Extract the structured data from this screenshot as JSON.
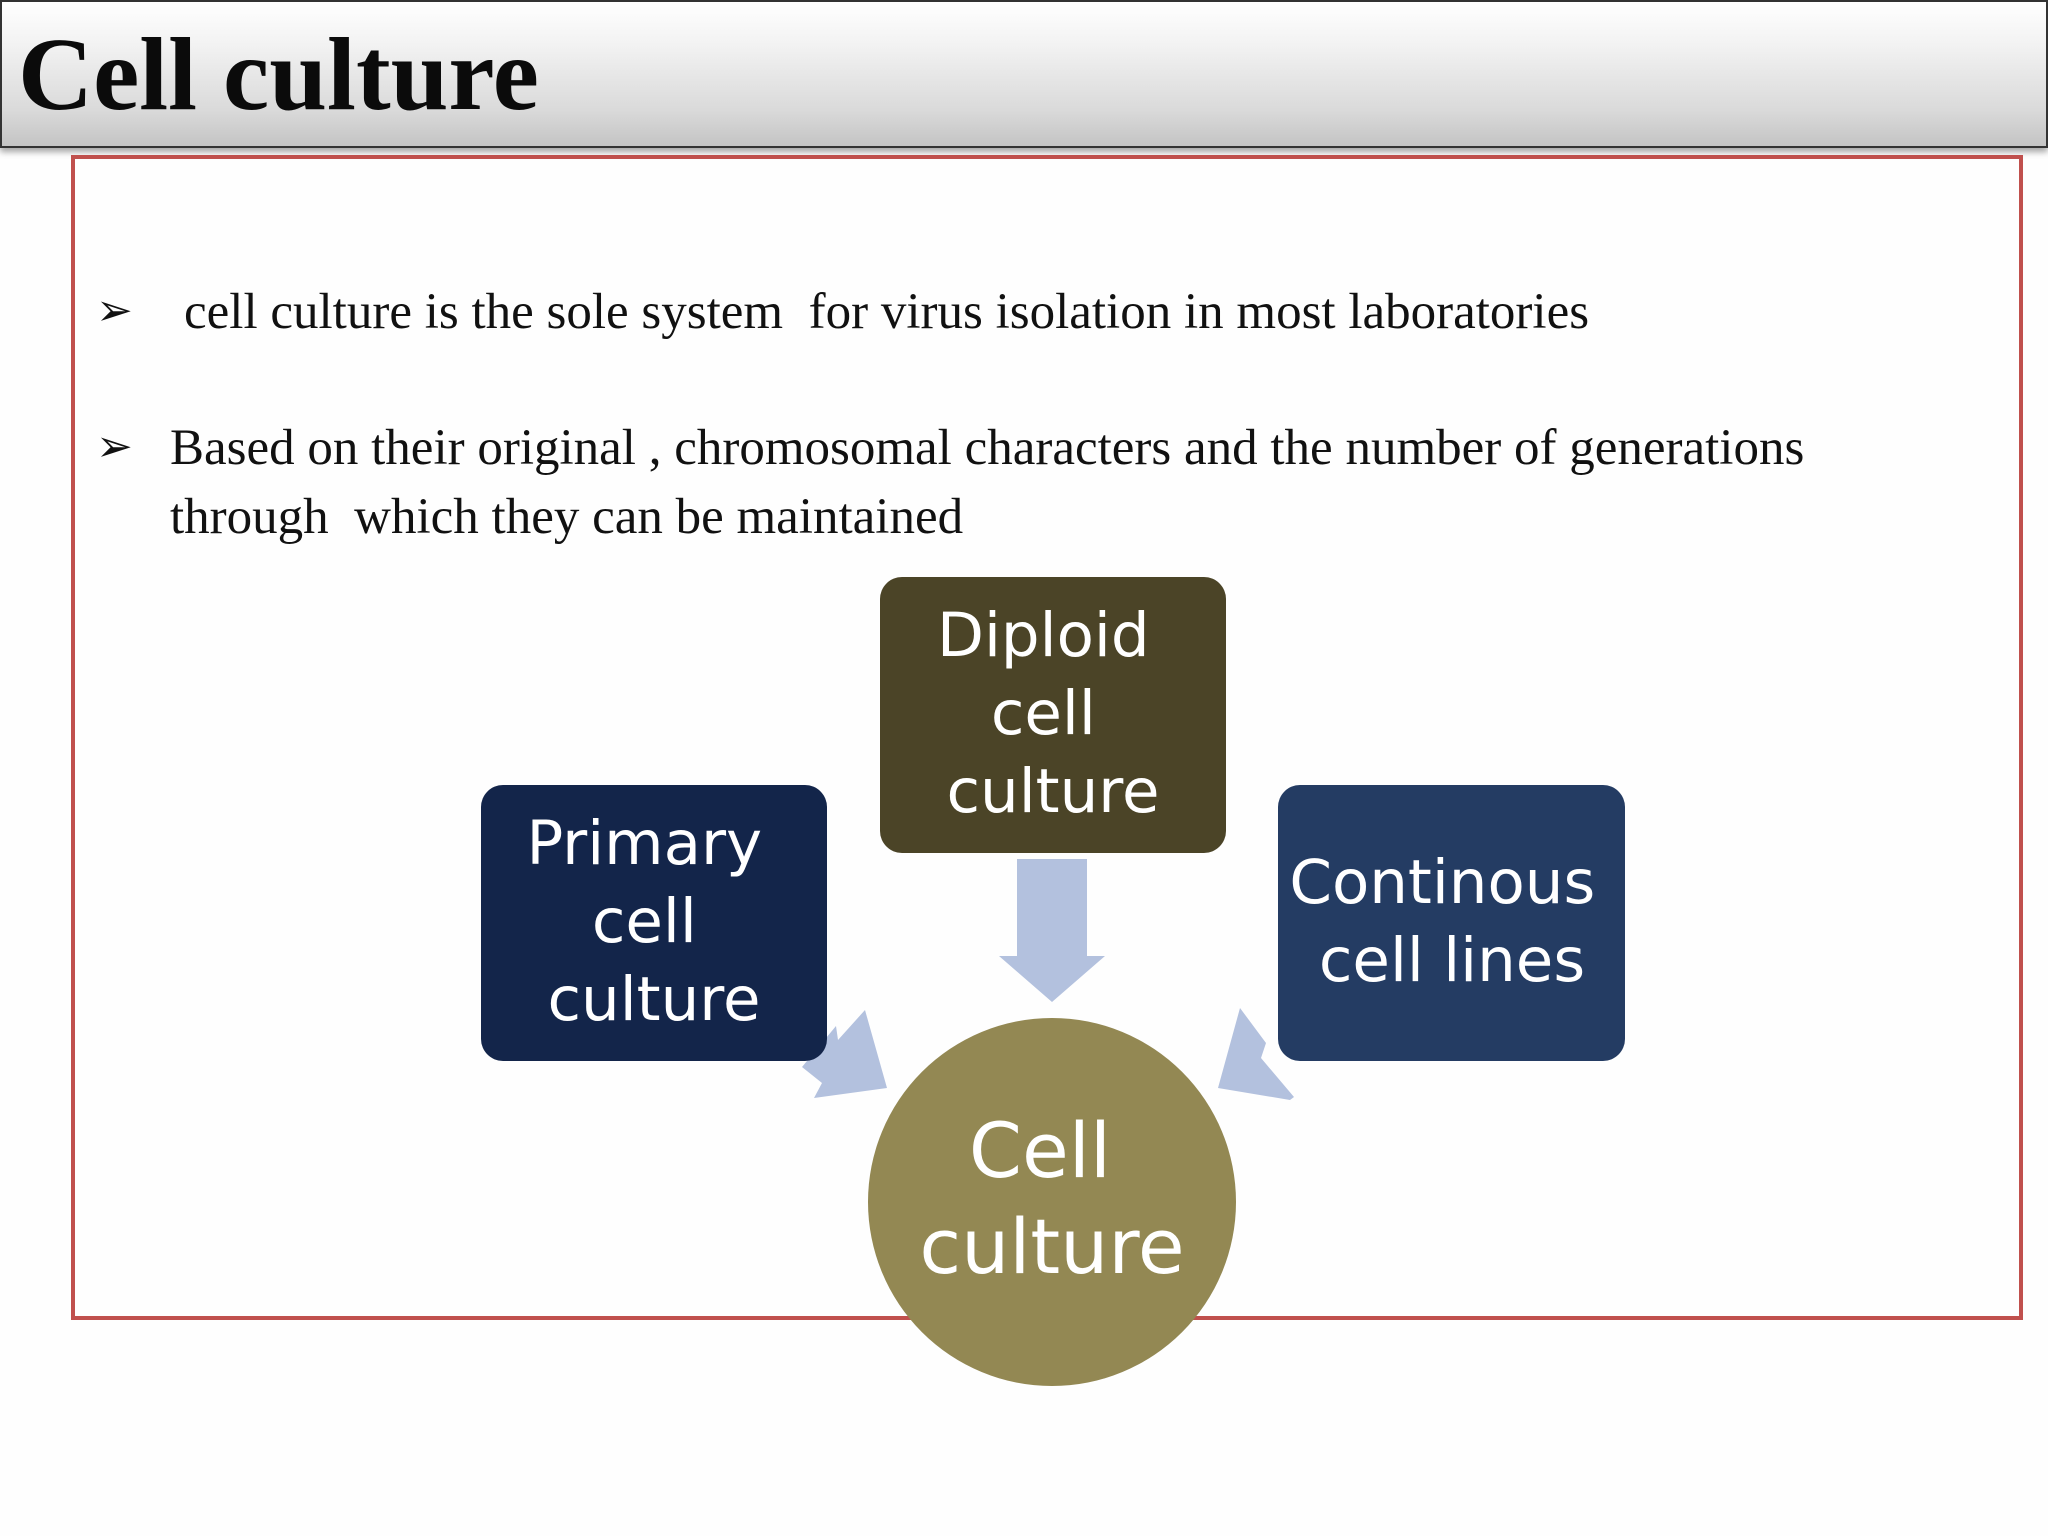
{
  "slide": {
    "title": "Cell culture",
    "bullets": [
      {
        "marker": "➢",
        "lines": [
          "cell culture is the sole system  for virus isolation in most laboratories"
        ]
      },
      {
        "marker": "➢",
        "lines": [
          "Based on their original , chromosomal characters and the number of generations",
          "through  which they can be maintained"
        ]
      }
    ]
  },
  "diagram": {
    "nodes": {
      "primary": {
        "lines": [
          "Primary",
          "cell",
          "culture"
        ],
        "color": "#13254a"
      },
      "diploid": {
        "lines": [
          "Diploid",
          "cell",
          "culture"
        ],
        "color": "#4b4427"
      },
      "continuous": {
        "lines": [
          "Continous",
          "cell lines"
        ],
        "color": "#243c63"
      },
      "center": {
        "lines": [
          "Cell",
          "culture"
        ],
        "color": "#938853"
      }
    },
    "arrow_color": "#b3c1de",
    "frame_color": "#c0504d"
  }
}
